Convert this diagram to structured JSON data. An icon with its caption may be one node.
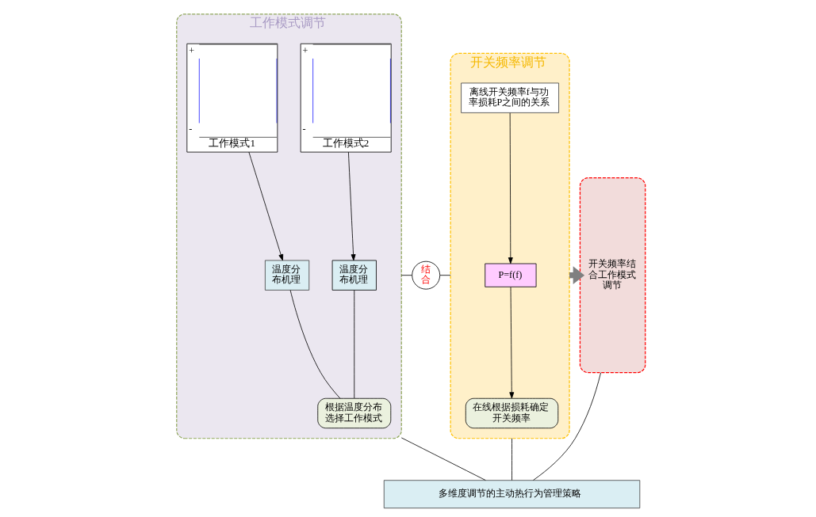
{
  "diagram": {
    "nodes": [
      {
        "text": [
          "工作模式调节"
        ]
      },
      {
        "text": [
          "+",
          "-",
          "工作模式1"
        ],
        "in": 0
      },
      {
        "text": [
          "+",
          "-",
          "工作模式2"
        ],
        "in": 0
      },
      {
        "text": [
          "温度分布机理"
        ],
        "in": 0
      },
      {
        "text": [
          "温度分布机理"
        ],
        "in": 0
      },
      {
        "text": [
          "根据温度分布选择工作模式"
        ],
        "in": 0
      },
      {
        "text": [
          "结合"
        ]
      },
      {
        "text": [
          "开关频率调节"
        ]
      },
      {
        "text": [
          "离线开关频率f与功率损耗P之间的关系"
        ],
        "in": 7
      },
      {
        "text": [
          "P=f(f)"
        ],
        "in": 7
      },
      {
        "text": [
          "在线根据损耗确定开关频率"
        ],
        "in": 7
      },
      {
        "text": [
          "开关频率结合工作模式调节"
        ]
      },
      {
        "text": [
          "多维度调节的主动热行为管理策略"
        ]
      }
    ],
    "edges": [
      {
        "from": 1,
        "to": 3,
        "arrow": "to"
      },
      {
        "from": 2,
        "to": 4,
        "arrow": "to"
      },
      {
        "from": 3,
        "to": 5,
        "arrow": "none"
      },
      {
        "from": 4,
        "to": 5,
        "arrow": "none"
      },
      {
        "from": 0,
        "to": 6,
        "arrow": "none"
      },
      {
        "from": 6,
        "to": 7,
        "arrow": "none"
      },
      {
        "from": 8,
        "to": 9,
        "arrow": "to"
      },
      {
        "from": 9,
        "to": 10,
        "arrow": "to"
      },
      {
        "from": 7,
        "to": 11,
        "arrow": "to",
        "style": "thick",
        "color": "#808080"
      },
      {
        "from": 0,
        "to": 12,
        "arrow": "none"
      },
      {
        "from": 7,
        "to": 12,
        "arrow": "none"
      },
      {
        "from": 11,
        "to": 12,
        "arrow": "none"
      }
    ]
  }
}
